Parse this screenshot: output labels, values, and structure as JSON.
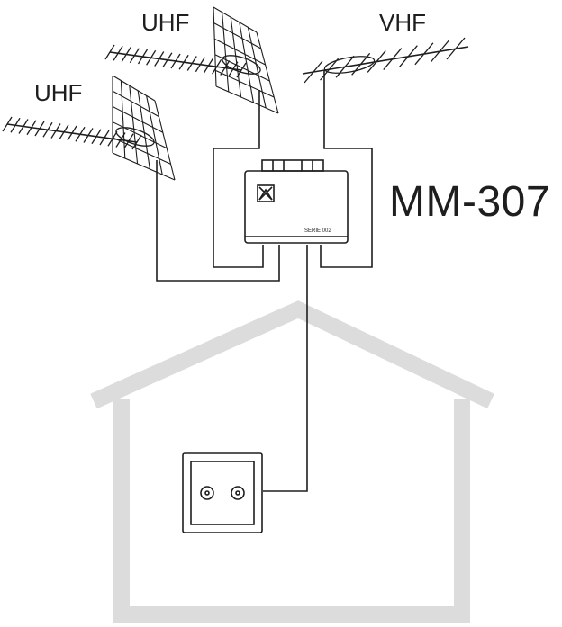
{
  "labels": {
    "uhf_top": "UHF",
    "uhf_left": "UHF",
    "vhf": "VHF",
    "model": "MM-307",
    "serie": "SERIE 002"
  },
  "icons": {
    "amplifier_logo": "brand-logo-icon",
    "wall_socket": "tv-socket-icon"
  },
  "colors": {
    "line": "#1e1e1e",
    "house": "#dcdcdc",
    "background": "#ffffff"
  }
}
